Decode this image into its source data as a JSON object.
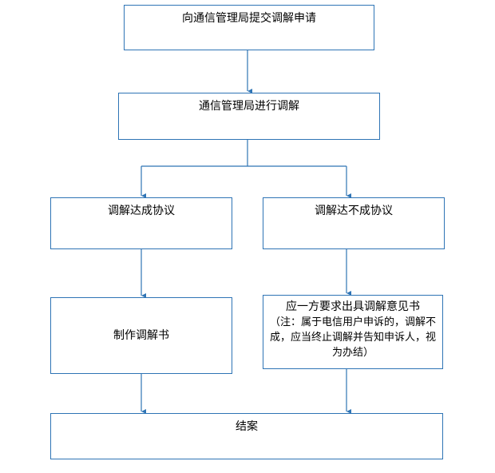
{
  "flow": {
    "submit": "向通信管理局提交调解申请",
    "mediate": "通信管理局进行调解",
    "agree": "调解达成协议",
    "disagree": "调解达不成协议",
    "make_doc": "制作调解书",
    "opinion_title": "应一方要求出具调解意见书",
    "opinion_note": "（注：属于电信用户申诉的，调解不成，应当终止调解并告知申诉人，视为办结）",
    "close": "结案"
  },
  "colors": {
    "line": "#2e74b5",
    "box_border": "#2e74b5"
  }
}
